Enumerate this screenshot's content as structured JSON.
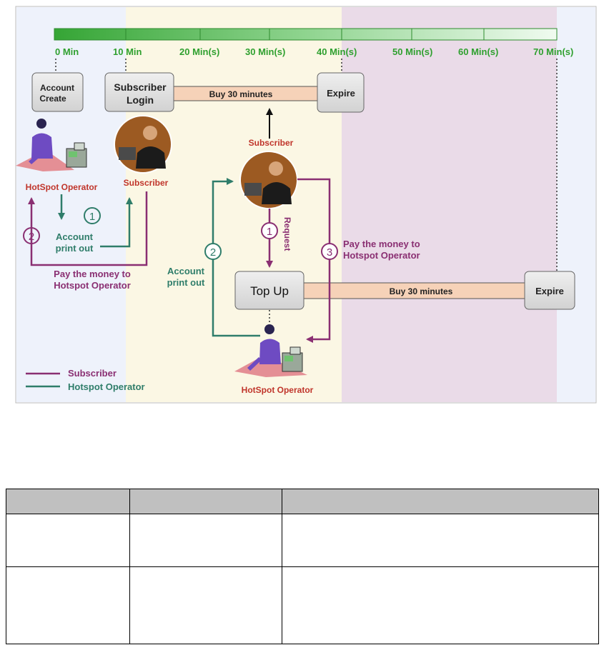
{
  "timeline": {
    "ticks": [
      "0 Min",
      "10 Min",
      "20 Min(s)",
      "30 Min(s)",
      "40 Min(s)",
      "50 Min(s)",
      "60 Min(s)",
      "70 Min(s)"
    ]
  },
  "boxes": {
    "account_create": [
      "Account",
      "Create"
    ],
    "subscriber_login": [
      "Subscriber",
      "Login"
    ],
    "expire_1": "Expire",
    "top_up": "Top Up",
    "expire_2": "Expire"
  },
  "bars": {
    "buy_1": "Buy 30 minutes",
    "buy_2": "Buy 30 minutes"
  },
  "labels": {
    "hotspot_operator_left": "HotSpot Operator",
    "subscriber_left": "Subscriber",
    "subscriber_top": "Subscriber",
    "hotspot_operator_bottom": "HotSpot Operator",
    "account_printout_left": [
      "Account",
      "print out"
    ],
    "account_printout_right": [
      "Account",
      "print out"
    ],
    "pay_money_left": [
      "Pay the money to",
      "Hotspot Operator"
    ],
    "pay_money_right": [
      "Pay the money to",
      "Hotspot Operator"
    ],
    "request": "Request"
  },
  "steps": {
    "left_1": "1",
    "left_2": "2",
    "right_1": "1",
    "right_2": "2",
    "right_3": "3"
  },
  "legend": {
    "subscriber": "Subscriber",
    "operator": "Hotspot Operator"
  },
  "colors": {
    "subscriber_line": "#8a2f72",
    "operator_line": "#2f7d6a",
    "timeline_green": "#2fa02f",
    "label_red": "#c0352b",
    "zone_blue": "#eef2fb",
    "zone_yellow": "#fbf7e4",
    "zone_purple": "#eadbe8"
  },
  "table": {
    "header": [
      "",
      "",
      ""
    ],
    "rows": [
      [
        "",
        "",
        ""
      ],
      [
        "",
        "",
        ""
      ]
    ]
  }
}
